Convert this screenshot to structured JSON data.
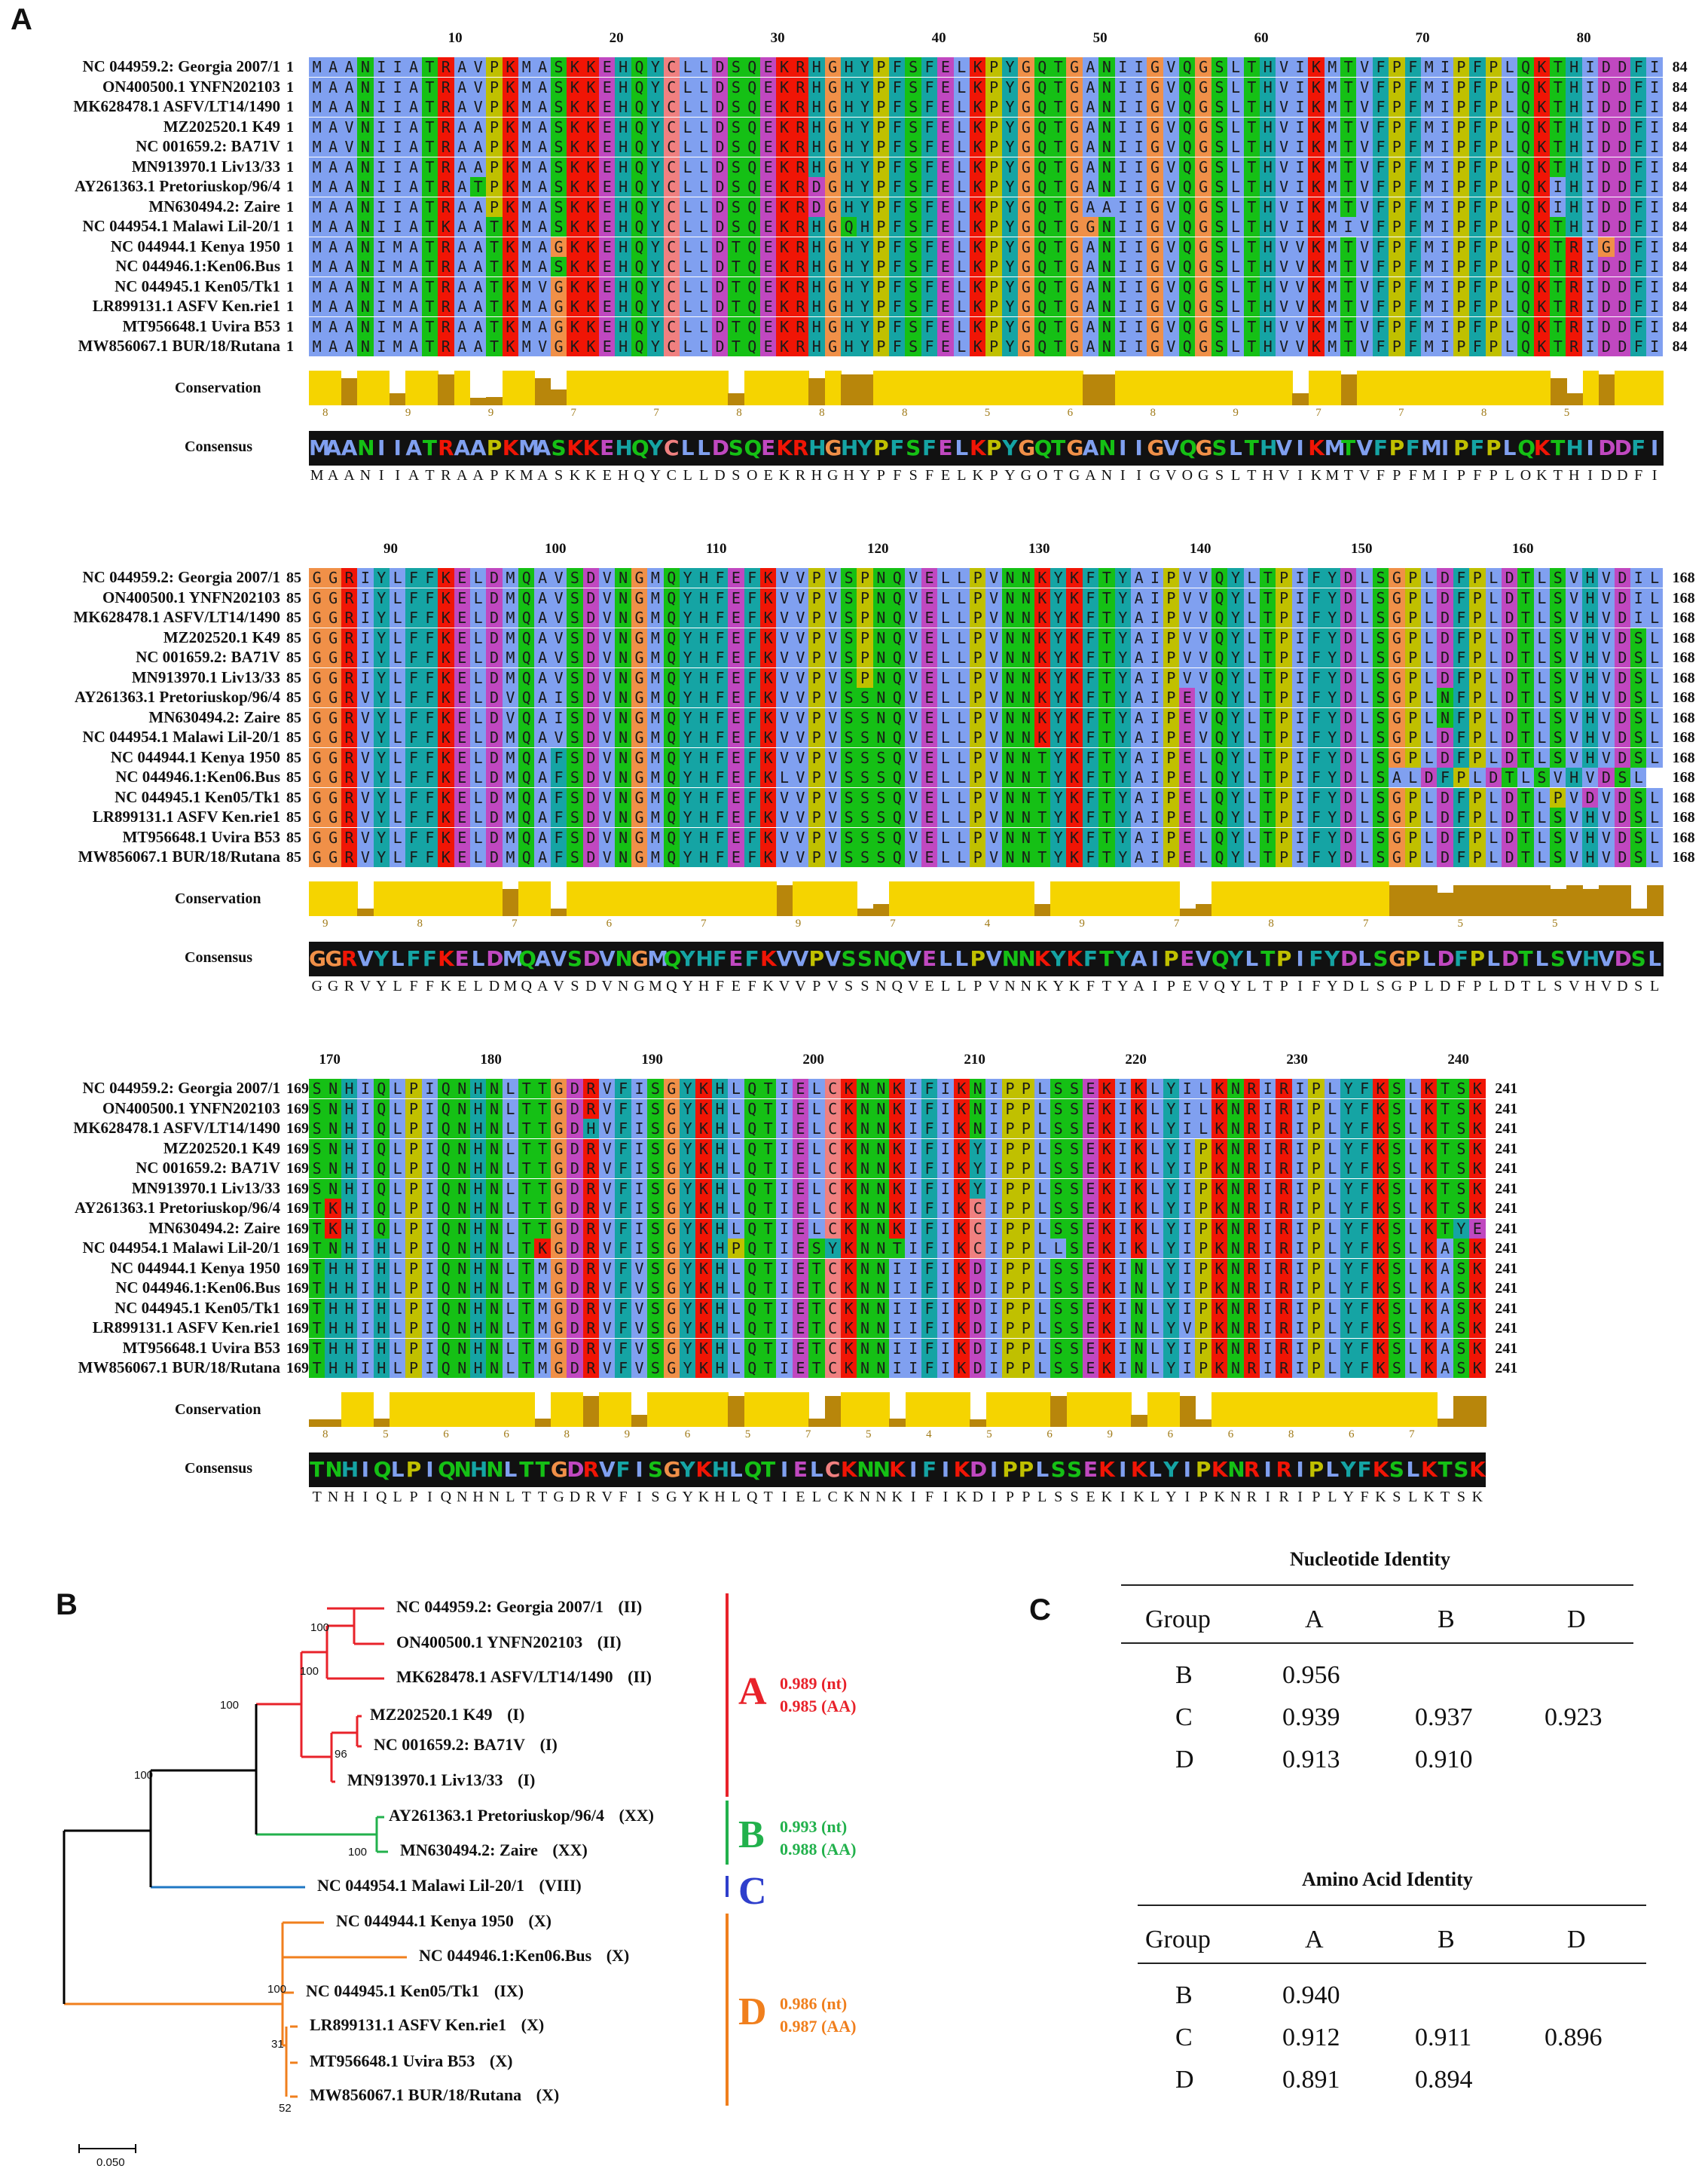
{
  "panels": {
    "a": "A",
    "b": "B",
    "c": "C"
  },
  "sequence_names": [
    "NC 044959.2: Georgia 2007/1",
    "ON400500.1 YNFN202103",
    "MK628478.1 ASFV/LT14/1490",
    "MZ202520.1 K49",
    "NC 001659.2: BA71V",
    "MN913970.1 Liv13/33",
    "AY261363.1 Pretoriuskop/96/4",
    "MN630494.2: Zaire",
    "NC 044954.1 Malawi Lil-20/1",
    "NC 044944.1 Kenya 1950",
    "NC 044946.1:Ken06.Bus",
    "NC 044945.1 Ken05/Tk1",
    "LR899131.1 ASFV Ken.rie1",
    "MT956648.1 Uvira B53",
    "MW856067.1 BUR/18/Rutana"
  ],
  "alignment_blocks": [
    {
      "start": "1",
      "end": "84",
      "ruler": [
        "10",
        "20",
        "30",
        "40",
        "50",
        "60",
        "70",
        "80"
      ],
      "rows": [
        "MAANIIATRAVPKMASKKEHQYCLLDSQEKRHGHYPFSFELKPYGQTGANIIGVQGSLTHVIKMTVFPFMIPFPLQKTHIDDFI",
        "MAANIIATRAVPKMASKKEHQYCLLDSQEKRHGHYPFSFELKPYGQTGANIIGVQGSLTHVIKMTVFPFMIPFPLQKTHIDDFI",
        "MAANIIATRAVPKMASKKEHQYCLLDSQEKRHGHYPFSFELKPYGQTGANIIGVQGSLTHVIKMTVFPFMIPFPLQKTHIDDFI",
        "MAVNIIATRAAPKMASKKEHQYCLLDSQEKRHGHYPFSFELKPYGQTGANIIGVQGSLTHVIKMTVFPFMIPFPLQKTHIDDFI",
        "MAVNIIATRAAPKMASKKEHQYCLLDSQEKRHGHYPFSFELKPYGQTGANIIGVQGSLTHVIKMTVFPFMIPFPLQKTHIDDFI",
        "MAANIIATRAAPKMASKKEHQYCLLDSQEKRHGHYPFSFELKPYGQTGANIIGVQGSLTHVIKMTVFPFMIPFPLQKTHIDDFI",
        "MAANIIATRATPKMASKKEHQYCLLDSQEKRDGHYPFSFELKPYGQTGANIIGVQGSLTHVIKMTVFPFMIPFPLQKIHIDDFI",
        "MAANIIATRAAPKMASKKEHQYCLLDSQEKRDGHYPFSFELKPYGQTGAAIIGVQGSLTHVIKMTVFPFMIPFPLQKIHIDDFI",
        "MAANIIATKAATKMASKKEHQYCLLDSQEKRHGQHPFSFELKPYGQTGGNIIGVQGSLTHVIKMIVFPFMIPFPLQKTHIDDFI",
        "MAANIMATRAATKMAGKKEHQYCLLDTQEKRHGHYPFSFELKPYGQTGANIIGVQGSLTHVVKMTVFPFMIPFPLQKTRIGDFI",
        "MAANIMATRAATKMASKKEHQYCLLDTQEKRHGHYPFSFELKPYGQTGANIIGVQGSLTHVVKMTVFPFMIPFPLQKTRIDDFI",
        "MAANIMATRAATKMVGKKEHQYCLLDTQEKRHGHYPFSFELKPYGQTGANIIGVQGSLTHVVKMTVFPFMIPFPLQKTRIDDFI",
        "MAANIMATRAATKMAGKKEHQYCLLDTQEKRHGHYPFSFELKPYGQTGANIIGVQGSLTHVVKMTVFPFMIPFPLQKTRIDDFI",
        "MAANIMATRAATKMAGKKEHQYCLLDTQEKRHGHYPFSFELKPYGQTGANIIGVQGSLTHVVKMTVFPFMIPFPLQKTRIDDFI",
        "MAANIMATRAATKMVGKKEHQYCLLDTQEKRHGHYPFSFELKPYGQTGANIIGVQGSLTHVVKMTVFPFMIPFPLQKTRIDDFI"
      ],
      "conservation_scores": [
        "8",
        "9",
        "9",
        "7",
        "7",
        "8",
        "8",
        "8",
        "5",
        "6",
        "8",
        "9",
        "7",
        "7",
        "8",
        "5"
      ],
      "consensus": "MAANIIATRAAPKMASKKEHQYCLLDSOEKRHGHYPFSFELKPYGOTGANIIGVOGSLTHVIKMTVFPFMIPFPLOKTHIDDFI"
    },
    {
      "start": "85",
      "end": "168",
      "ruler": [
        "90",
        "100",
        "110",
        "120",
        "130",
        "140",
        "150",
        "160"
      ],
      "rows": [
        "GGRIYLFFKELDMQAVSDVNGMQYHFEFKVVPVSPNQVELLPVNNKYKFTYAIPVVQYLTPIFYDLSGPLDFPLDTLSVHVDIL",
        "GGRIYLFFKELDMQAVSDVNGMQYHFEFKVVPVSPNQVELLPVNNKYKFTYAIPVVQYLTPIFYDLSGPLDFPLDTLSVHVDIL",
        "GGRIYLFFKELDMQAVSDVNGMQYHFEFKVVPVSPNQVELLPVNNKYKFTYAIPVVQYLTPIFYDLSGPLDFPLDTLSVHVDIL",
        "GGRIYLFFKELDMQAVSDVNGMQYHFEFKVVPVSPNQVELLPVNNKYKFTYAIPVVQYLTPIFYDLSGPLDFPLDTLSVHVDSL",
        "GGRIYLFFKELDMQAVSDVNGMQYHFEFKVVPVSPNQVELLPVNNKYKFTYAIPVVQYLTPIFYDLSGPLDFPLDTLSVHVDSL",
        "GGRIYLFFKELDMQAVSDVNGMQYHFEFKVVPVSPNQVELLPVNNKYKFTYAIPVVQYLTPIFYDLSGPLDFPLDTLSVHVDSL",
        "GGRVYLFFKELDVQAISDVNGMQYHFEFKVVPVSSNQVELLPVNNKYKFTYAIPEVQYLTPIFYDLSGPLNFPLDTLSVHVDSL",
        "GGRVYLFFKELDVQAISDVNGMQYHFEFKVVPVSSNQVELLPVNNKYKFTYAIPEVQYLTPIFYDLSGPLNFPLDTLSVHVDSL",
        "GGRVYLFFKELDMQAVSDVNGMQYHFEFKVVPVSSNQVELLPVNNKYKFTYAIPEVQYLTPIFYDLSGPLDFPLDTLSVHVDSL",
        "GGRVYLFFKELDMQAFSDVNGMQYHFEFKVVPVSSSQVELLPVNNTYKFTYAIPELQYLTPIFYDLSGPLDFPLDTLSVHVDSL",
        "GGRVYLFFKELDMQAFSDVNGMQYHFEFKLVPVSSSQVELLPVNNTYKFTYAIPELQYLTPIFYDLSALDFPLDTLSVHVDSL",
        "GGRVYLFFKELDMQAFSDVNGMQYHFEFKVVPVSSSQVELLPVNNTYKFTYAIPELQYLTPIFYDLSGPLDFPLDTLPVDVDSL",
        "GGRVYLFFKELDMQAFSDVNGMQYHFEFKVVPVSSSQVELLPVNNTYKFTYAIPELQYLTPIFYDLSGPLDFPLDTLSVHVDSL",
        "GGRVYLFFKELDMQAFSDVNGMQYHFEFKVVPVSSSQVELLPVNNTYKFTYAIPELQYLTPIFYDLSGPLDFPLDTLSVHVDSL",
        "GGRVYLFFKELDMQAFSDVNGMQYHFEFKVVPVSSSQVELLPVNNTYKFTYAIPELQYLTPIFYDLSGPLDFPLDTLSVHVDSL"
      ],
      "conservation_scores": [
        "9",
        "8",
        "7",
        "6",
        "7",
        "9",
        "7",
        "4",
        "9",
        "7",
        "8",
        "7",
        "5",
        "5"
      ],
      "consensus": "GGRVYLFFKELDMQAVSDVNGMQYHFEFKVVPVSSNQVELLPVNNKYKFTYAIPEVQYLTPIFYDLSGPLDFPLDTLSVHVDSL"
    },
    {
      "start": "169",
      "end": "241",
      "ruler": [
        "170",
        "180",
        "190",
        "200",
        "210",
        "220",
        "230",
        "240"
      ],
      "rows": [
        "SNHIQLPIQNHNLTTGDRVFISGYKHLQTIELCKNNKIFIKNIPPLSSEKIKLYILKNRIRIPLYFKSLKTSK",
        "SNHIQLPIQNHNLTTGDRVFISGYKHLQTIELCKNNKIFIKNIPPLSSEKIKLYILKNRIRIPLYFKSLKTSK",
        "SNHIQLPIQNHNLTTGDHVFISGYKHLQTIELCKNNKIFIKNIPPLSSEKIKLYILKNRIRIPLYFKSLKTSK",
        "SNHIQLPIQNHNLTTGDRVFISGYKHLQTIELCKNNKIFIKYIPPLSSEKIKLYIPKNRIRIPLYFKSLKTSK",
        "SNHIQLPIQNHNLTTGDRVFISGYKHLQTIELCKNNKIFIKYIPPLSSEKIKLYIPKNRIRIPLYFKSLKTSK",
        "SNHIQLPIQNHNLTTGDRVFISGYKHLQTIELCKNNKIFIKYIPPLSSEKIKLYIPKNRIRIPLYFKSLKTSK",
        "TKHIQLPIQNHNLTTGDRVFISGYKHLQTIELCKNNKIFIKCIPPLSSEKIKLYIPKNRIRIPLYFKSLKTSK",
        "TKHIQLPIQNHNLTTGDRVFISGYKHLQTIELCKNNKIFIKCIPPLSSEKIKLYIPKNRIRIPLYFKSLKTYE",
        "TNHIHLPIQNHNLTKGDRVFISGYKHPQTIESYKNNTIFIKCIPPLLSEKIKLYIPKNRIRIPLYFKSLKASK",
        "THHIHLPIQNHNLTMGDRVFVSGYKHLQTIETCKNNIIFIKDIPPLSSEKINLYIPKNRIRIPLYFKSLKASK",
        "THHIHLPIQNHNLTMGDRVFVSGYKHLQTIETCKNNIIFIKDIPPLSSEKINLYIPKNRIRIPLYFKSLKASK",
        "THHIHLPIQNHNLTMGDRVFVSGYKHLQTIETCKNNIIFIKDIPPLSSEKINLYIPKNRIRIPLYFKSLKASK",
        "THHIHLPIQNHNLTMGDRVFVSGYKHLQTIETCKNNIIFIKDIPPLSSEKINLYVPKNRIRIPLYFKSLKASK",
        "THHIHLPIQNHNLTMGDRVFVSGYKHLQTIETCKNNIIFIKDIPPLSSEKINLYIPKNRIRIPLYFKSLKASK",
        "THHIHLPIQNHNLTMGDRVFVSGYKHLQTIETCKNNIIFIKDIPPLSSEKINLYIPKNRIRIPLYFKSLKASK"
      ],
      "conservation_scores": [
        "8",
        "5",
        "6",
        "6",
        "8",
        "9",
        "6",
        "5",
        "7",
        "5",
        "4",
        "5",
        "6",
        "9",
        "6",
        "6",
        "8",
        "6",
        "7"
      ],
      "consensus": "TNHIQLPIQNHNLTTGDRVFISGYKHLQTIELCKNNKIFIKDIPPLSSEKIKLYIPKNRIRIPLYFKSLKTSK"
    }
  ],
  "labels": {
    "conservation": "Conservation",
    "consensus": "Consensus"
  },
  "tree": {
    "leaves": [
      {
        "name": "NC 044959.2: Georgia 2007/1",
        "genotype": "(II)"
      },
      {
        "name": "ON400500.1 YNFN202103",
        "genotype": "(II)"
      },
      {
        "name": "MK628478.1 ASFV/LT14/1490",
        "genotype": "(II)"
      },
      {
        "name": "MZ202520.1 K49",
        "genotype": "(I)"
      },
      {
        "name": "NC 001659.2: BA71V",
        "genotype": "(I)"
      },
      {
        "name": "MN913970.1 Liv13/33",
        "genotype": "(I)"
      },
      {
        "name": "AY261363.1 Pretoriuskop/96/4",
        "genotype": "(XX)"
      },
      {
        "name": "MN630494.2: Zaire",
        "genotype": "(XX)"
      },
      {
        "name": "NC 044954.1 Malawi Lil-20/1",
        "genotype": "(VIII)"
      },
      {
        "name": "NC 044944.1 Kenya 1950",
        "genotype": "(X)"
      },
      {
        "name": "NC 044946.1:Ken06.Bus",
        "genotype": "(X)"
      },
      {
        "name": "NC 044945.1 Ken05/Tk1",
        "genotype": "(IX)"
      },
      {
        "name": "LR899131.1 ASFV Ken.rie1",
        "genotype": "(X)"
      },
      {
        "name": "MT956648.1 Uvira B53",
        "genotype": "(X)"
      },
      {
        "name": "MW856067.1 BUR/18/Rutana",
        "genotype": "(X)"
      }
    ],
    "bootstraps": [
      "100",
      "100",
      "96",
      "100",
      "100",
      "100",
      "100",
      "31",
      "52"
    ],
    "scale_label": "0.050",
    "groups": [
      {
        "letter": "A",
        "color": "#e8222a",
        "nt": "0.989 (nt)",
        "aa": "0.985 (AA)"
      },
      {
        "letter": "B",
        "color": "#22b14c",
        "nt": "0.993 (nt)",
        "aa": "0.988 (AA)"
      },
      {
        "letter": "C",
        "color": "#2f3fcc",
        "nt": "",
        "aa": ""
      },
      {
        "letter": "D",
        "color": "#f07f1d",
        "nt": "0.986 (nt)",
        "aa": "0.987 (AA)"
      }
    ],
    "branch_colors": {
      "root": "#000000",
      "A": "#e8222a",
      "B": "#22b14c",
      "C": "#1f77c4",
      "D": "#f07f1d"
    }
  },
  "tables": [
    {
      "title": "Nucleotide Identity",
      "header": [
        "Group",
        "A",
        "B",
        "D"
      ],
      "rows": [
        [
          "B",
          "0.956",
          "",
          ""
        ],
        [
          "C",
          "0.939",
          "0.937",
          "0.923"
        ],
        [
          "D",
          "0.913",
          "0.910",
          ""
        ]
      ]
    },
    {
      "title": "Amino Acid Identity",
      "header": [
        "Group",
        "A",
        "B",
        "D"
      ],
      "rows": [
        [
          "B",
          "0.940",
          "",
          ""
        ],
        [
          "C",
          "0.912",
          "0.911",
          "0.896"
        ],
        [
          "D",
          "0.891",
          "0.894",
          ""
        ]
      ]
    }
  ],
  "colors": {
    "hydrophobic": "#80a0f0",
    "positive": "#f01505",
    "negative": "#c048c0",
    "polar": "#15c015",
    "cys": "#f08080",
    "gly": "#f09048",
    "pro": "#c0c000",
    "aromatic": "#15a4a4",
    "conservation": "#f5d400",
    "conservation_low": "#b8860b"
  }
}
